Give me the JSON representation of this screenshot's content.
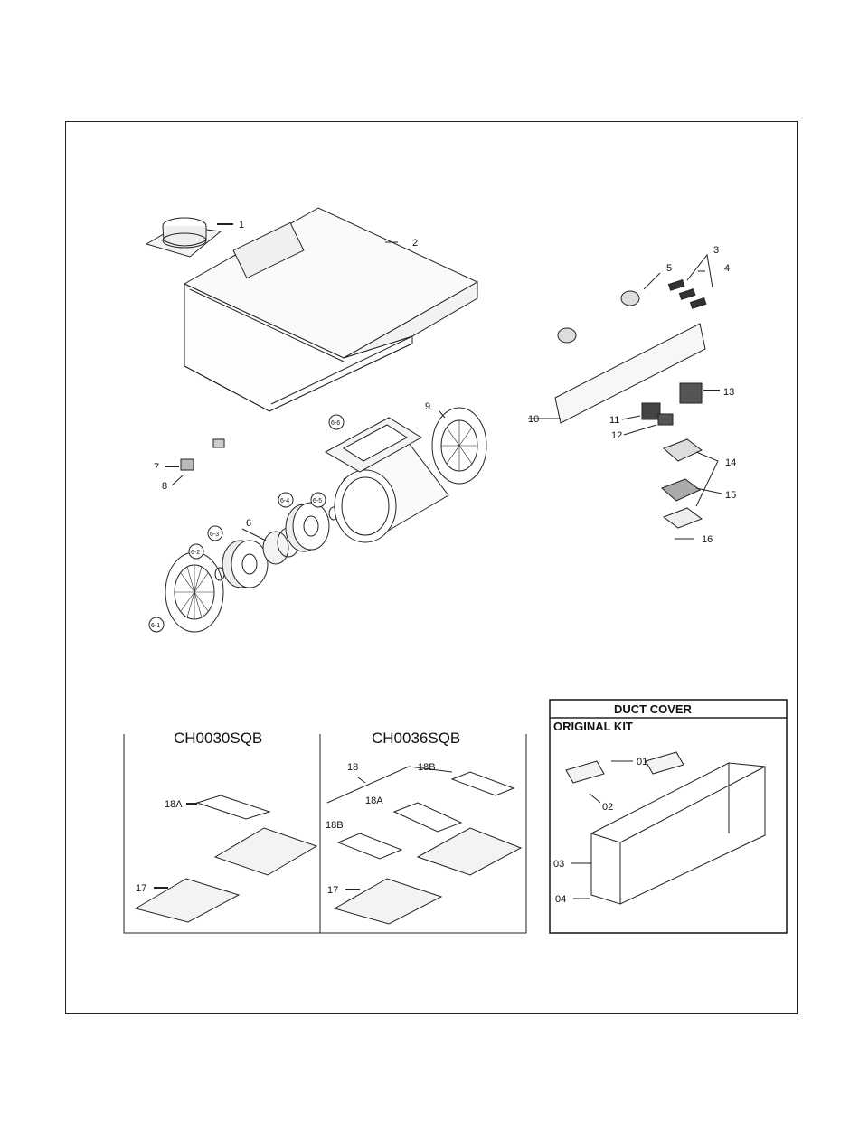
{
  "callouts": {
    "c1": "1",
    "c2": "2",
    "c3": "3",
    "c4": "4",
    "c5": "5",
    "c6": "6",
    "c6_1": "6-1",
    "c6_2": "6-2",
    "c6_3": "6-3",
    "c6_4": "6-4",
    "c6_5": "6-5",
    "c6_6": "6-6",
    "c7": "7",
    "c8": "8",
    "c9": "9",
    "c10": "10",
    "c11": "11",
    "c12": "12",
    "c13": "13",
    "c14": "14",
    "c15": "15",
    "c16": "16"
  },
  "filters": {
    "left_title": "CH0030SQB",
    "right_title": "CH0036SQB",
    "l_18A": "18A",
    "l_17": "17",
    "r_18": "18",
    "r_18B_top": "18B",
    "r_18A": "18A",
    "r_18B_left": "18B",
    "r_17": "17"
  },
  "duct_cover": {
    "title": "DUCT COVER",
    "subtitle": "ORIGINAL KIT",
    "p01": "01",
    "p02": "02",
    "p03": "03",
    "p04": "04"
  }
}
